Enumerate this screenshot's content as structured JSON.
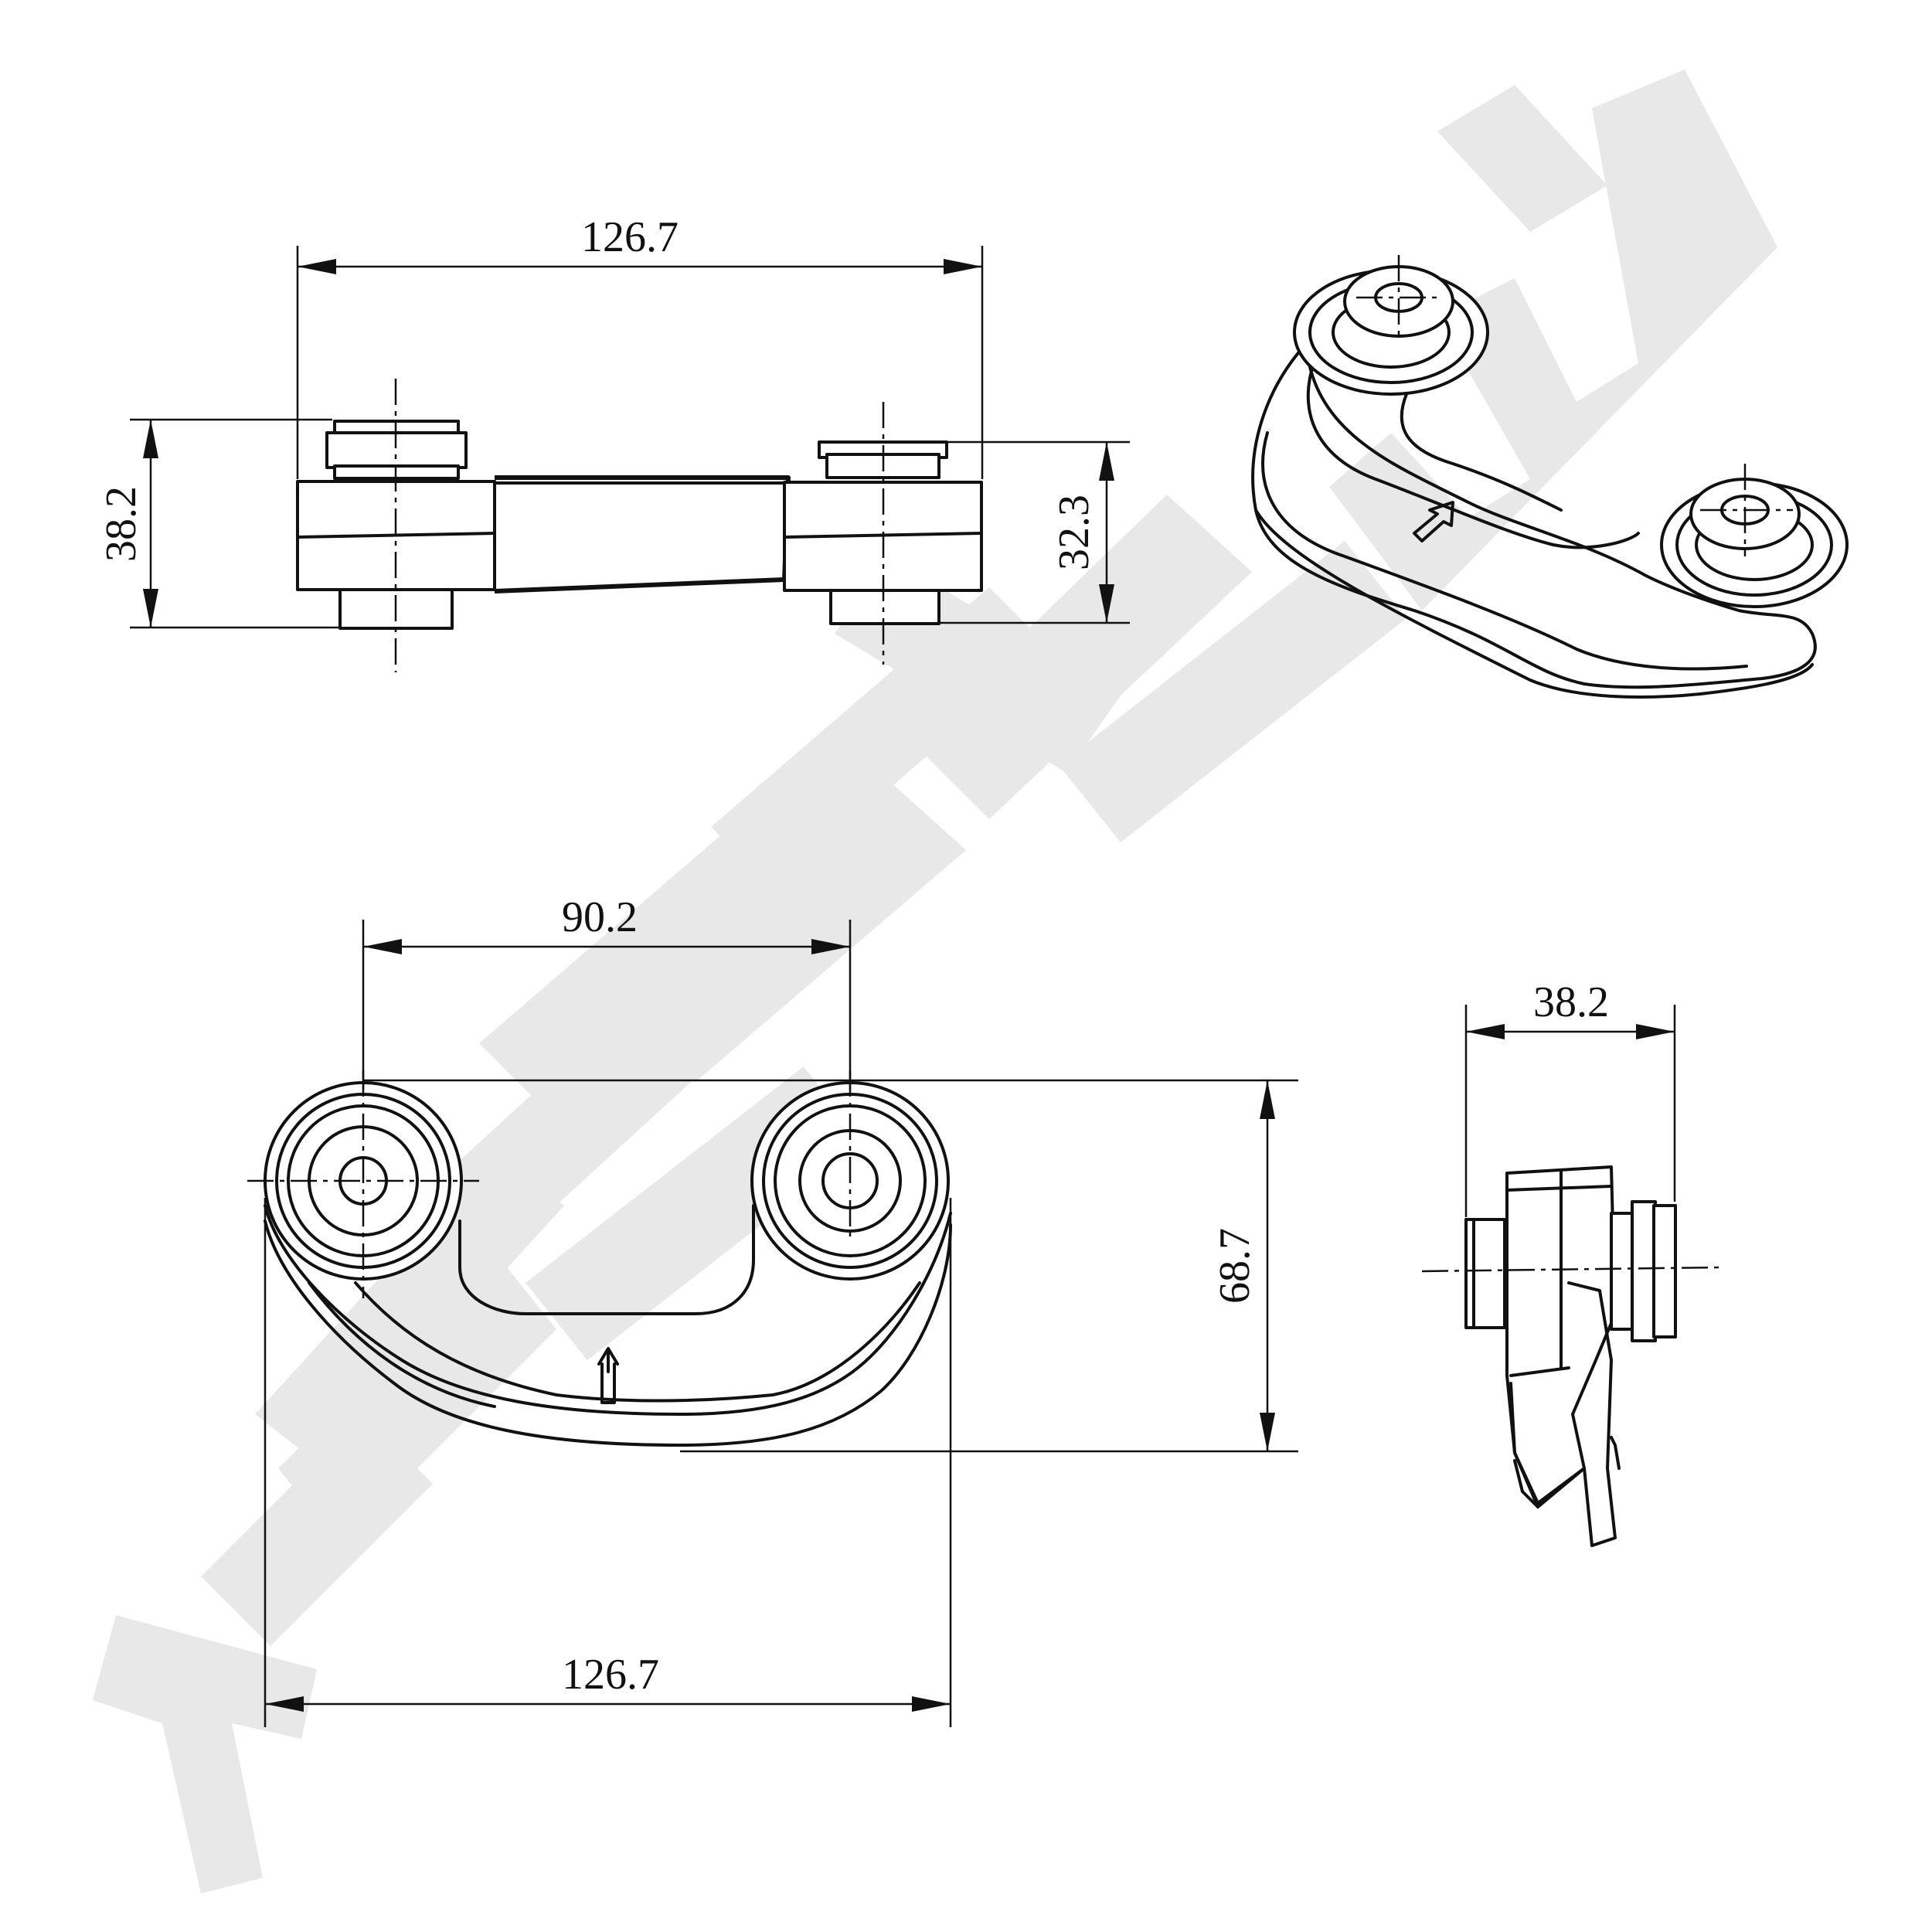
{
  "watermark": {
    "text": "YEENNMEK",
    "color": "#e8e8e8"
  },
  "views": {
    "side_view": {
      "overall_length": "126.7",
      "total_height": "38.2",
      "right_height": "32.3"
    },
    "isometric_view": {},
    "top_view": {
      "center_distance": "90.2",
      "overall_length": "126.7",
      "overall_width": "68.7"
    },
    "end_view": {
      "total_height": "38.2"
    }
  }
}
